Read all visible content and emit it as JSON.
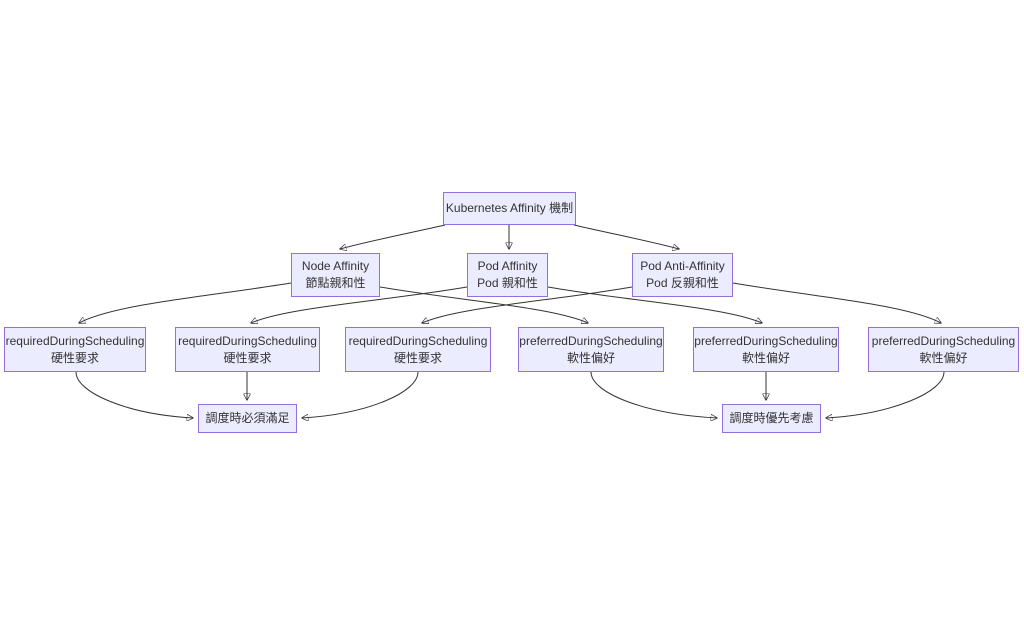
{
  "diagram": {
    "type": "flowchart",
    "title": "Kubernetes Affinity 機制",
    "colors": {
      "node_fill": "#ECECFF",
      "node_border": "#9370DB",
      "edge_stroke": "#333333",
      "text": "#333333",
      "background": "#ffffff"
    },
    "nodes": [
      {
        "id": "kubernetes-affinity",
        "lines": [
          "Kubernetes Affinity 機制"
        ]
      },
      {
        "id": "node-affinity",
        "lines": [
          "Node Affinity",
          "節點親和性"
        ]
      },
      {
        "id": "pod-affinity",
        "lines": [
          "Pod Affinity",
          "Pod 親和性"
        ]
      },
      {
        "id": "pod-anti-affinity",
        "lines": [
          "Pod Anti-Affinity",
          "Pod 反親和性"
        ]
      },
      {
        "id": "required-node-affinity",
        "lines": [
          "requiredDuringScheduling",
          "硬性要求"
        ]
      },
      {
        "id": "required-pod-affinity",
        "lines": [
          "requiredDuringScheduling",
          "硬性要求"
        ]
      },
      {
        "id": "required-pod-anti-affinity",
        "lines": [
          "requiredDuringScheduling",
          "硬性要求"
        ]
      },
      {
        "id": "preferred-node-affinity",
        "lines": [
          "preferredDuringScheduling",
          "軟性偏好"
        ]
      },
      {
        "id": "preferred-pod-affinity",
        "lines": [
          "preferredDuringScheduling",
          "軟性偏好"
        ]
      },
      {
        "id": "preferred-pod-anti-affinity",
        "lines": [
          "preferredDuringScheduling",
          "軟性偏好"
        ]
      },
      {
        "id": "must-satisfy",
        "lines": [
          "調度時必須滿足"
        ]
      },
      {
        "id": "priority-consider",
        "lines": [
          "調度時優先考慮"
        ]
      }
    ],
    "edges": [
      {
        "from": "kubernetes-affinity",
        "to": "node-affinity"
      },
      {
        "from": "kubernetes-affinity",
        "to": "pod-affinity"
      },
      {
        "from": "kubernetes-affinity",
        "to": "pod-anti-affinity"
      },
      {
        "from": "node-affinity",
        "to": "required-node-affinity"
      },
      {
        "from": "node-affinity",
        "to": "preferred-node-affinity"
      },
      {
        "from": "pod-affinity",
        "to": "required-pod-affinity"
      },
      {
        "from": "pod-affinity",
        "to": "preferred-pod-affinity"
      },
      {
        "from": "pod-anti-affinity",
        "to": "required-pod-anti-affinity"
      },
      {
        "from": "pod-anti-affinity",
        "to": "preferred-pod-anti-affinity"
      },
      {
        "from": "required-node-affinity",
        "to": "must-satisfy"
      },
      {
        "from": "required-pod-affinity",
        "to": "must-satisfy"
      },
      {
        "from": "required-pod-anti-affinity",
        "to": "must-satisfy"
      },
      {
        "from": "preferred-node-affinity",
        "to": "priority-consider"
      },
      {
        "from": "preferred-pod-affinity",
        "to": "priority-consider"
      },
      {
        "from": "preferred-pod-anti-affinity",
        "to": "priority-consider"
      }
    ]
  }
}
